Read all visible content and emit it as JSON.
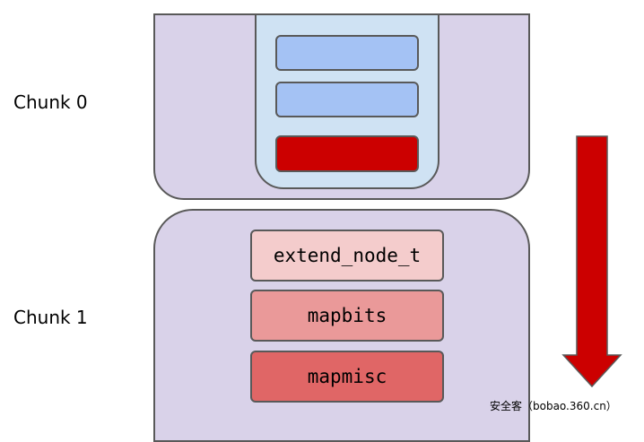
{
  "chunks": [
    {
      "label": "Chunk 0"
    },
    {
      "label": "Chunk 1"
    }
  ],
  "structs": [
    "extend_node_t",
    "mapbits",
    "mapmisc"
  ],
  "watermark": "安全客（bobao.360.cn）",
  "colors": {
    "chunk_fill": "#d9d2e9",
    "container_fill": "#cfe2f3",
    "slot_blue": "#a4c2f4",
    "slot_red": "#cc0000",
    "extend_node_t_fill": "#f4cccc",
    "mapbits_fill": "#ea9999",
    "mapmisc_fill": "#e06666",
    "arrow": "#cc0000",
    "outline": "#595959"
  },
  "icons": {
    "arrow": "down-arrow-icon"
  }
}
